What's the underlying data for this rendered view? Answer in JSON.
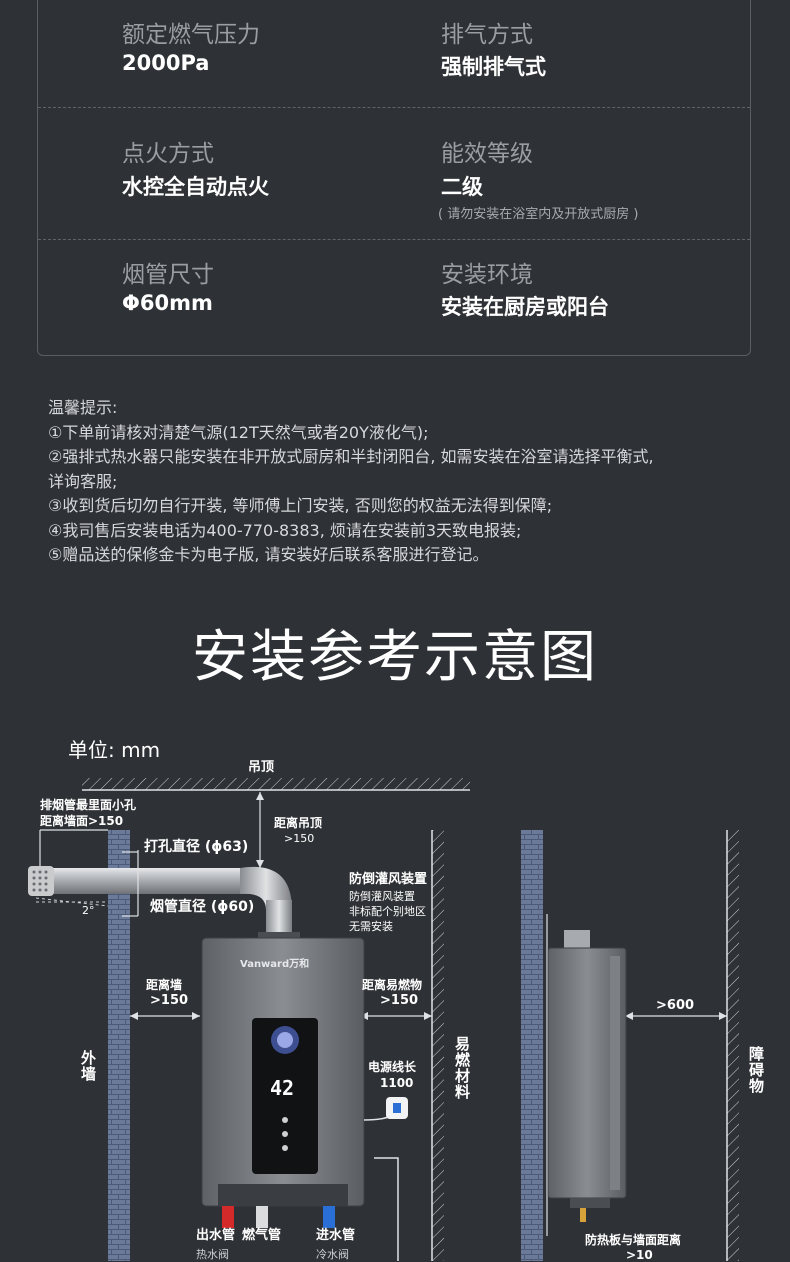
{
  "specs": {
    "r1": {
      "l_label": "额定燃气压力",
      "l_value": "2000Pa",
      "r_label": "排气方式",
      "r_value": "强制排气式"
    },
    "r2": {
      "l_label": "点火方式",
      "l_value": "水控全自动点火",
      "r_label": "能效等级",
      "r_value": "二级",
      "r_note": "( 请勿安装在浴室内及开放式厨房 )"
    },
    "r3": {
      "l_label": "烟管尺寸",
      "l_value": "Φ60mm",
      "r_label": "安装环境",
      "r_value": "安装在厨房或阳台"
    }
  },
  "tips": {
    "title": "温馨提示:",
    "t1": "①下单前请核对清楚气源(12T天然气或者20Y液化气);",
    "t2a": "②强排式热水器只能安装在非开放式厨房和半封闭阳台, 如需安装在浴室请选择平衡式,",
    "t2b": "详询客服;",
    "t3": "③收到货后切勿自行开装, 等师傅上门安装, 否则您的权益无法得到保障;",
    "t4": "④我司售后安装电话为400-770-8383, 烦请在安装前3天致电报装;",
    "t5": "⑤赠品送的保修金卡为电子版, 请安装好后联系客服进行登记。"
  },
  "section_title": "安装参考示意图",
  "diagram": {
    "unit": "单位: mm",
    "ceiling": "吊顶",
    "hole_note_1": "排烟管最里面小孔",
    "hole_note_2": "距离墙面>150",
    "drill_dia": "打孔直径 (ϕ63)",
    "pipe_dia": "烟管直径 (ϕ60)",
    "angle": "2°",
    "ceiling_dist_1": "距离吊顶",
    "ceiling_dist_2": ">150",
    "anti_device": "防倒灌风装置",
    "anti_note_1": "防倒灌风装置",
    "anti_note_2": "非标配个别地区",
    "anti_note_3": "无需安装",
    "wall_dist_1": "距离墙",
    "wall_dist_2": ">150",
    "flam_dist_1": "距离易燃物",
    "flam_dist_2": ">150",
    "outer_wall": "外墙",
    "flammable": "易燃材料",
    "power_1": "电源线长",
    "power_2": "1100",
    "display_value": "42",
    "brand": "Vanward万和",
    "out_pipe": "出水管",
    "gas_pipe": "燃气管",
    "in_pipe": "进水管",
    "hot_valve": "热水阀",
    "cold_valve": "冷水阀",
    "side_gap": ">600",
    "obstacle": "障碍物",
    "heat_board_1": "防热板与墙面距离",
    "heat_board_2": ">10"
  },
  "colors": {
    "bg": "#2e3135",
    "hot": "#d52a2a",
    "cold": "#2a6fd5",
    "wall": "#5a6a8a"
  }
}
